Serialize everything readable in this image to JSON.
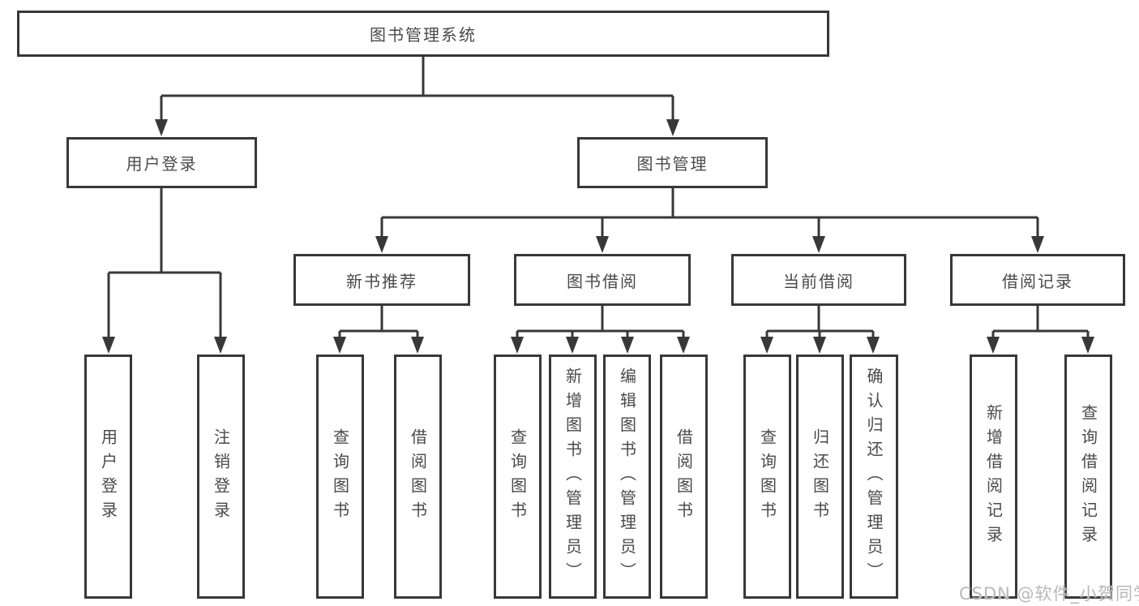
{
  "tree": {
    "root": {
      "label": "图书管理系统"
    },
    "branches": [
      {
        "label": "用户登录",
        "children": [
          {
            "label": "用户登录"
          },
          {
            "label": "注销登录"
          }
        ]
      },
      {
        "label": "图书管理",
        "children": [
          {
            "label": "新书推荐",
            "children": [
              {
                "label": "查询图书"
              },
              {
                "label": "借阅图书"
              }
            ]
          },
          {
            "label": "图书借阅",
            "children": [
              {
                "label": "查询图书"
              },
              {
                "label": "新增图书（管理员）"
              },
              {
                "label": "编辑图书（管理员）"
              },
              {
                "label": "借阅图书"
              }
            ]
          },
          {
            "label": "当前借阅",
            "children": [
              {
                "label": "查询图书"
              },
              {
                "label": "归还图书"
              },
              {
                "label": "确认归还（管理员）"
              }
            ]
          },
          {
            "label": "借阅记录",
            "children": [
              {
                "label": "新增借阅记录"
              },
              {
                "label": "查询借阅记录"
              }
            ]
          }
        ]
      }
    ]
  },
  "watermark": {
    "text": "CSDN @软件_小贺同学"
  },
  "colors": {
    "line": "#383838",
    "box_border": "#383838",
    "text": "#4a4a4a",
    "watermark": "#bcb6b6",
    "background": "#ffffff"
  }
}
